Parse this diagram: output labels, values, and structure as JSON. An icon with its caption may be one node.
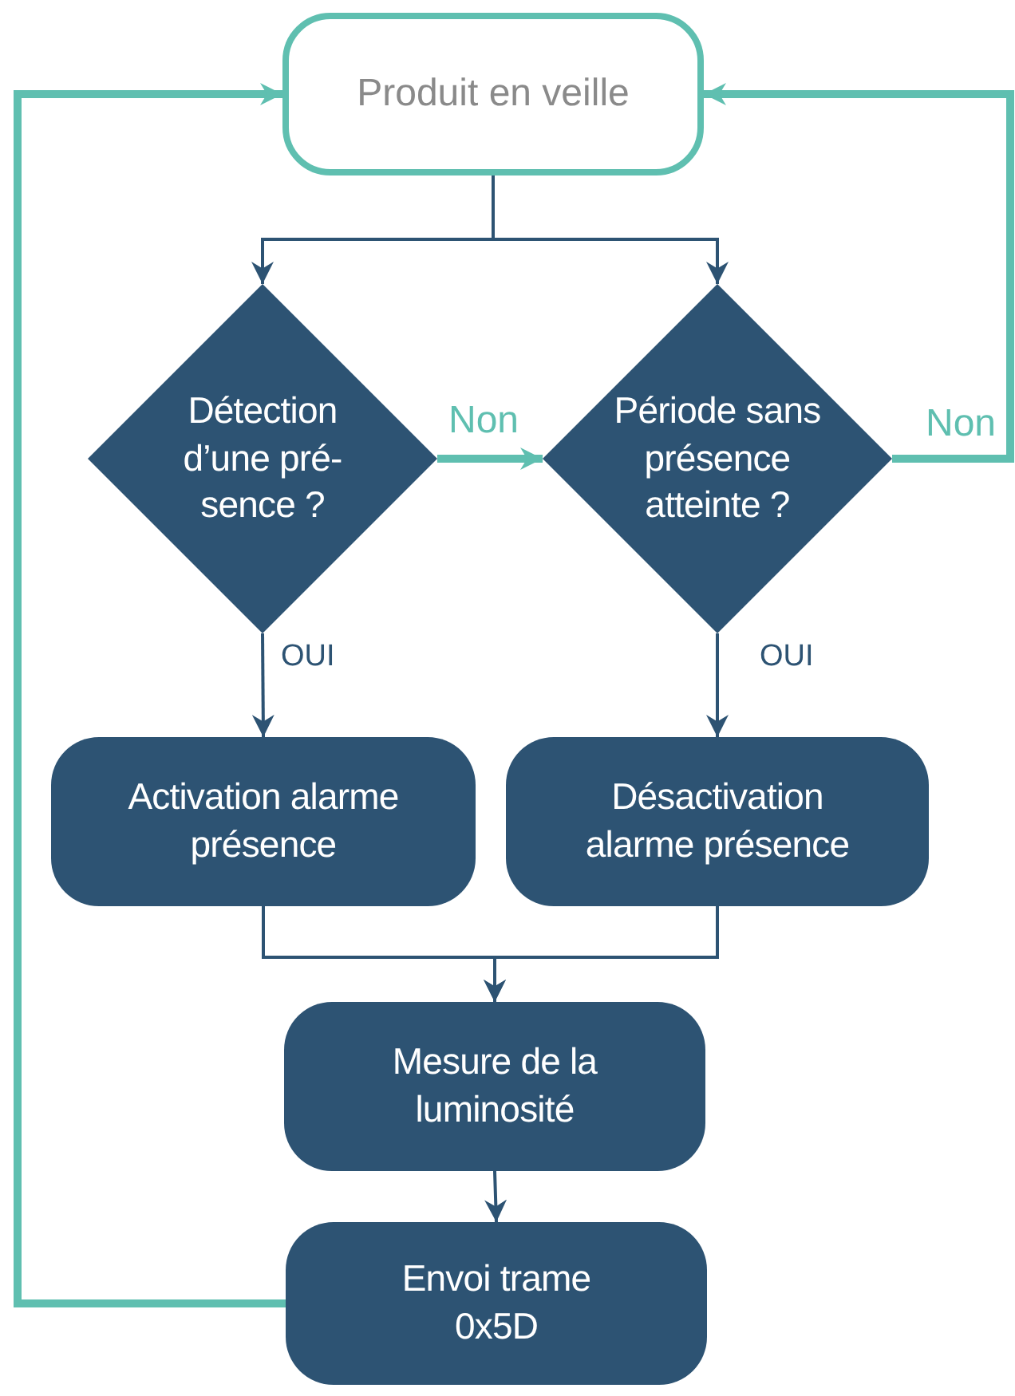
{
  "diagram": {
    "nodes": [
      {
        "text": [
          "Produit en veille"
        ]
      },
      {
        "text": [
          "Détection d’une pré- sence ?"
        ]
      },
      {
        "text": [
          "Période sans présence atteinte ?"
        ]
      },
      {
        "text": [
          "Activation alarme présence"
        ]
      },
      {
        "text": [
          "Désactivation alarme présence"
        ]
      },
      {
        "text": [
          "Mesure de la luminosité"
        ]
      },
      {
        "text": [
          "Envoi trame 0x5D"
        ]
      }
    ],
    "edges": [
      {
        "from": 0,
        "to": 1,
        "arrow": "to"
      },
      {
        "from": 0,
        "to": 2,
        "arrow": "to"
      },
      {
        "from": 1,
        "to": 2,
        "arrow": "to",
        "label": "Non",
        "style": "thick",
        "color": "#5fbfb0"
      },
      {
        "from": 1,
        "to": 3,
        "arrow": "to",
        "label": "OUI"
      },
      {
        "from": 2,
        "to": 4,
        "arrow": "to",
        "label": "OUI"
      },
      {
        "from": 3,
        "to": 5,
        "arrow": "to"
      },
      {
        "from": 4,
        "to": 5,
        "arrow": "to"
      },
      {
        "from": 5,
        "to": 6,
        "arrow": "to"
      },
      {
        "from": 2,
        "to": 0,
        "arrow": "to",
        "label": "Non",
        "style": "thick",
        "color": "#5fbfb0"
      },
      {
        "from": 6,
        "to": 0,
        "arrow": "to",
        "style": "thick",
        "color": "#5fbfb0"
      }
    ]
  }
}
